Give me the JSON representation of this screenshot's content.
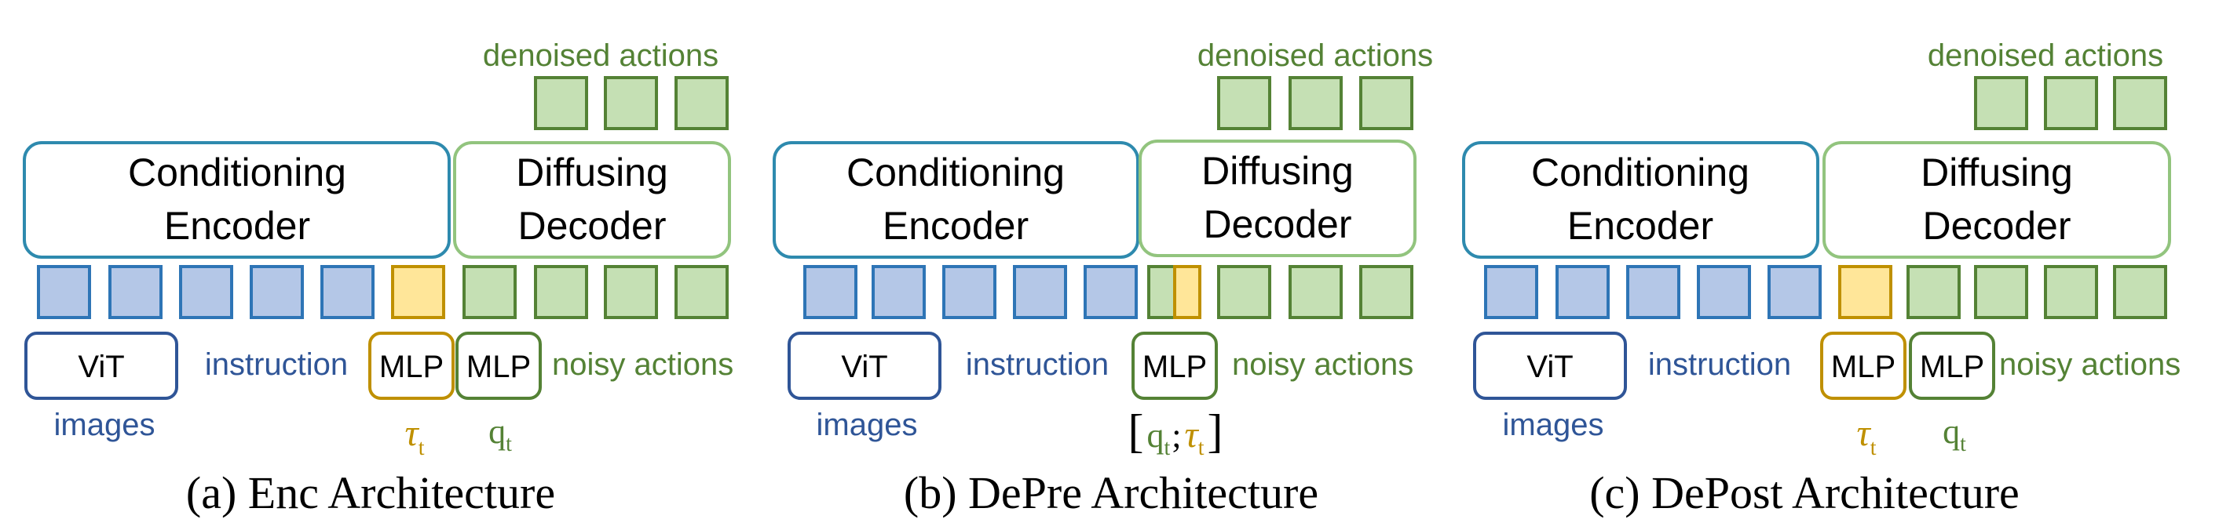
{
  "colors": {
    "blue_stroke": "#2E75B6",
    "blue_fill": "#B4C7E7",
    "blue_text": "#2F5597",
    "green_stroke": "#548235",
    "green_fill": "#C5E0B4",
    "green_light_stroke": "#92C47E",
    "teal_stroke": "#2E8AAE",
    "yellow_stroke": "#BF9000",
    "yellow_fill": "#FFE699",
    "black": "#000000"
  },
  "panels": [
    {
      "caption": "(a) Enc Architecture",
      "denoised_label": "denoised actions",
      "encoder_label": [
        "Conditioning",
        "Encoder"
      ],
      "decoder_label": [
        "Diffusing",
        "Decoder"
      ],
      "vit_label": "ViT",
      "images_label": "images",
      "instruction_label": "instruction",
      "mlp_tau_label": "MLP",
      "mlp_q_label": "MLP",
      "noisy_label": "noisy actions",
      "tau_label": "τ",
      "tau_sub": "t",
      "q_label": "q",
      "q_sub": "t"
    },
    {
      "caption": "(b) DePre Architecture",
      "denoised_label": "denoised actions",
      "encoder_label": [
        "Conditioning",
        "Encoder"
      ],
      "decoder_label": [
        "Diffusing",
        "Decoder"
      ],
      "vit_label": "ViT",
      "images_label": "images",
      "instruction_label": "instruction",
      "mlp_label": "MLP",
      "noisy_label": "noisy actions",
      "bracket_open": "[",
      "q_label": "q",
      "q_sub": "t",
      "semicolon": ";",
      "tau_label": "τ",
      "tau_sub": "t",
      "bracket_close": "]"
    },
    {
      "caption": "(c) DePost Architecture",
      "denoised_label": "denoised actions",
      "encoder_label": [
        "Conditioning",
        "Encoder"
      ],
      "decoder_label": [
        "Diffusing",
        "Decoder"
      ],
      "vit_label": "ViT",
      "images_label": "images",
      "instruction_label": "instruction",
      "mlp_tau_label": "MLP",
      "mlp_q_label": "MLP",
      "noisy_label": "noisy actions",
      "tau_label": "τ",
      "tau_sub": "t",
      "q_label": "q",
      "q_sub": "t"
    }
  ]
}
